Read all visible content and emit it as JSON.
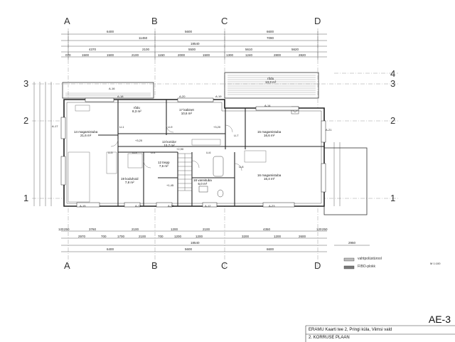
{
  "axes": {
    "columns": [
      "A",
      "B",
      "C",
      "D"
    ],
    "rows": [
      "1",
      "2",
      "3",
      "4"
    ]
  },
  "dimensions": {
    "top_row1": [
      "6400",
      "5600",
      "6600"
    ],
    "top_row2": [
      "11450",
      "7090"
    ],
    "top_total": "18540",
    "top_row3": [
      "4370",
      "2100",
      "5500",
      "5610",
      "5620"
    ],
    "top_row4": [
      "070",
      "1500",
      "1500",
      "2100",
      "1150",
      "2000",
      "1500",
      "1300",
      "1240",
      "2800",
      "2820"
    ],
    "bottom_row1": [
      "120",
      "250",
      "3760",
      "2100",
      "1200",
      "2100",
      "4350",
      "120",
      "250"
    ],
    "bottom_row2": [
      "2970",
      "700",
      "1700",
      "2100",
      "700",
      "1200",
      "1200",
      "3200",
      "1200",
      "2600"
    ],
    "bottom_total": "18540",
    "bottom_row3": [
      "6400",
      "5600",
      "6600"
    ],
    "right_extra": "2950"
  },
  "rooms": [
    {
      "no": "14 magamistuba",
      "area": "21,6 m²"
    },
    {
      "no": "17 kabinet",
      "area": "10,6 m²"
    },
    {
      "no": "15 magamistuba",
      "area": "16,6 m²"
    },
    {
      "no": "13 koridor",
      "area": "10,7 m²"
    },
    {
      "no": "19 koduhoid",
      "area": "7,8 m²"
    },
    {
      "no": "12 trepp",
      "area": "7,6 m²"
    },
    {
      "no": "18 vannituba",
      "area": "6,0 m²"
    },
    {
      "no": "16 magamistuba",
      "area": "16,4 m²"
    },
    {
      "no": "rõdu",
      "area": "8,3 m²"
    },
    {
      "no": "rõdu",
      "area": "13,3 m²"
    }
  ],
  "levels": [
    "+3,20",
    "+3,20",
    "+1,45",
    "+2,90"
  ],
  "window_marks": [
    "A-16",
    "A-20",
    "A-18",
    "A-19",
    "A-15",
    "A-17",
    "A-14",
    "A-13",
    "A-22",
    "A-21",
    "A-12",
    "A-23",
    "U-1",
    "U-7",
    "U-6",
    "U-3",
    "U-4",
    "U-5",
    "U-8",
    "U-9"
  ],
  "legend": [
    {
      "label": "vahtpolüstürool",
      "color": "#bdbdbd"
    },
    {
      "label": "FIBO-plokk",
      "color": "#7a7a7a"
    }
  ],
  "title_block": {
    "sheet": "AE-3",
    "line1": "ERAMU Kaarti tee 2, Pringi küla, Viimsi vald",
    "line2": "2. KORRUSE PLAAN",
    "scale": "M 1:100"
  }
}
